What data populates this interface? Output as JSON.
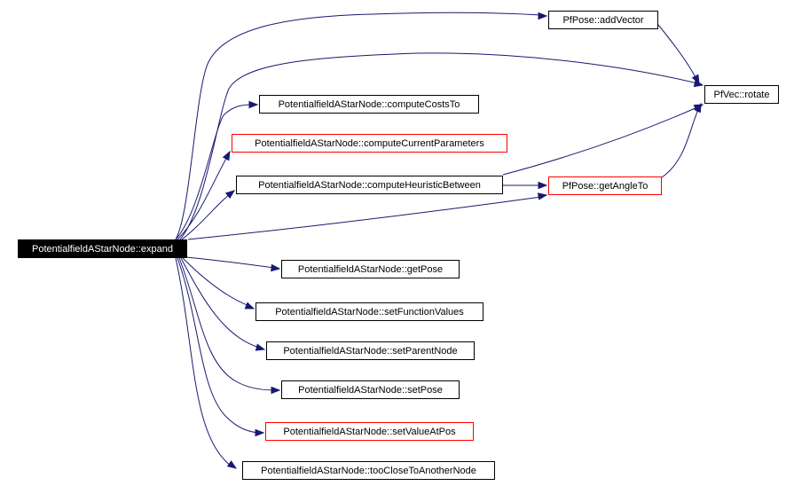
{
  "graph": {
    "edge_color": "#191970",
    "nodes": [
      {
        "id": "expand",
        "label": "PotentialfieldAStarNode::expand",
        "style": "root"
      },
      {
        "id": "addVector",
        "label": "PfPose::addVector",
        "style": "plain"
      },
      {
        "id": "rotate",
        "label": "PfVec::rotate",
        "style": "plain"
      },
      {
        "id": "computeCostsTo",
        "label": "PotentialfieldAStarNode::computeCostsTo",
        "style": "plain"
      },
      {
        "id": "computeCurrentParameters",
        "label": "PotentialfieldAStarNode::computeCurrentParameters",
        "style": "red"
      },
      {
        "id": "computeHeuristicBetween",
        "label": "PotentialfieldAStarNode::computeHeuristicBetween",
        "style": "plain"
      },
      {
        "id": "getAngleTo",
        "label": "PfPose::getAngleTo",
        "style": "red"
      },
      {
        "id": "getPose",
        "label": "PotentialfieldAStarNode::getPose",
        "style": "plain"
      },
      {
        "id": "setFunctionValues",
        "label": "PotentialfieldAStarNode::setFunctionValues",
        "style": "plain"
      },
      {
        "id": "setParentNode",
        "label": "PotentialfieldAStarNode::setParentNode",
        "style": "plain"
      },
      {
        "id": "setPose",
        "label": "PotentialfieldAStarNode::setPose",
        "style": "plain"
      },
      {
        "id": "setValueAtPos",
        "label": "PotentialfieldAStarNode::setValueAtPos",
        "style": "red"
      },
      {
        "id": "tooCloseToAnotherNode",
        "label": "PotentialfieldAStarNode::tooCloseToAnotherNode",
        "style": "plain"
      }
    ]
  }
}
